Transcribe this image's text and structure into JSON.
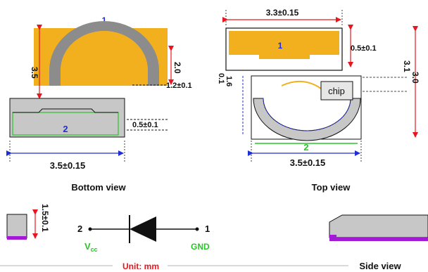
{
  "colors": {
    "pad": "#f2b01e",
    "ring": "#8c8c8c",
    "body_grey": "#c7c7c7",
    "dim_red": "#e8161e",
    "dim_blue": "#1f2fd6",
    "green": "#29c629",
    "purple": "#a21ad6",
    "text": "#111111"
  },
  "bottom_view": {
    "pad1_label": "1",
    "pad2_label": "2",
    "dim_height": "3.5",
    "dim_right": "2.0",
    "dim_gap": "1.2±0.1",
    "dim_pad": "0.5±0.1",
    "dim_width": "3.5±0.15",
    "caption": "Bottom view"
  },
  "top_view": {
    "dim_top_width": "3.3±0.15",
    "pad1_label": "1",
    "dim_pad_h": "0.5±0.1",
    "dim_right": "3.1",
    "dim_right2": "3.0",
    "dim_left": "0.1",
    "dim_left2": "1.6",
    "chip_label": "chip",
    "pad2_label": "2",
    "dim_width": "3.5±0.15",
    "caption": "Top view"
  },
  "side_left": {
    "dim": "1.5±0.1"
  },
  "diode": {
    "pin_left": "2",
    "pin_right": "1",
    "label_left": "V",
    "label_left_sub": "cc",
    "label_right": "GND"
  },
  "unit": "Unit: mm",
  "side_view": {
    "caption": "Side view"
  }
}
